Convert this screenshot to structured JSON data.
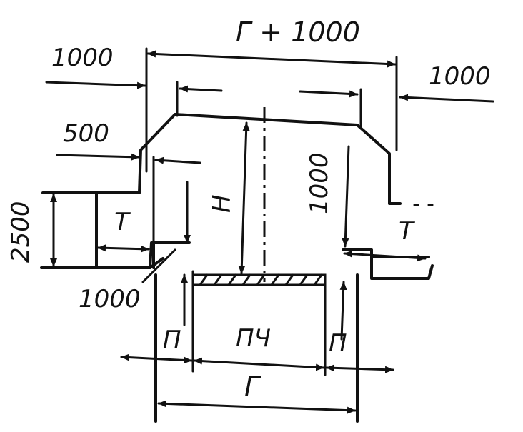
{
  "labels": {
    "top_span": "Г + 1000",
    "left_top": "1000",
    "right_top": "1000",
    "left_500": "500",
    "height_2500": "2500",
    "left_T": "Т",
    "right_T": "Т",
    "H": "Н",
    "right_1000": "1000",
    "bottom_left_1000": "1000",
    "left_P": "П",
    "right_P": "П",
    "center_PCh": "ПЧ",
    "bottom_span": "Г"
  },
  "colors": {
    "ink": "#111111",
    "background": "#ffffff"
  }
}
